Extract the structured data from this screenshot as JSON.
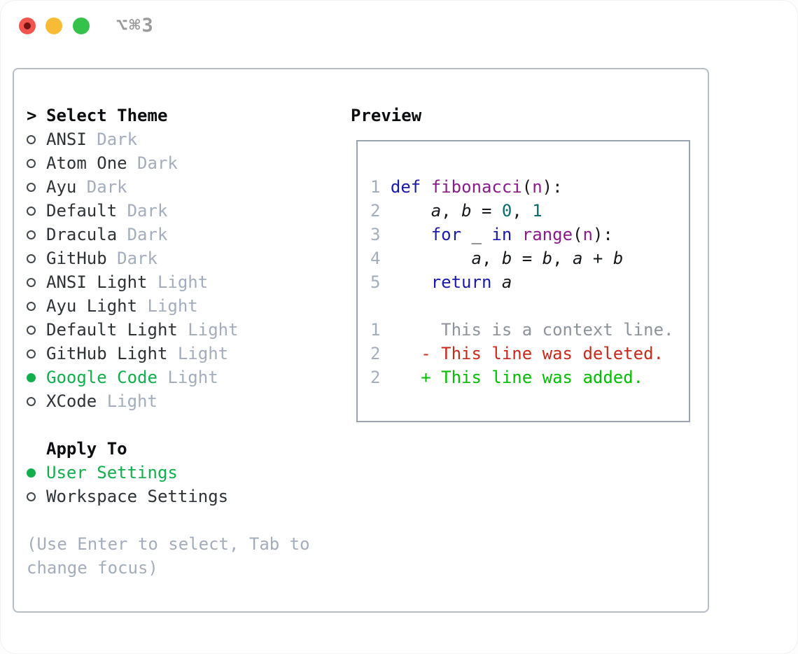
{
  "window": {
    "shortcut_label": "⌥⌘3",
    "traffic_lights": [
      "close",
      "minimize",
      "zoom"
    ]
  },
  "colors": {
    "selected_green": "#10af4c",
    "muted_gray": "#a3adbb",
    "text_dark": "#2e3338",
    "panel_border": "#b6bdc7",
    "preview_border": "#9aa4b0",
    "keyword_blue": "#1a1aa6",
    "function_purple": "#8b1a8b",
    "literal_teal": "#0c6c6c",
    "diff_red": "#c8291a",
    "diff_green": "#00bd00",
    "traffic_red": "#f1554e",
    "traffic_yellow": "#f8bb35",
    "traffic_green": "#35c24a"
  },
  "theme_select": {
    "prompt": ">",
    "header": "Select Theme",
    "items": [
      {
        "name": "ANSI",
        "variant": "Dark",
        "selected": false
      },
      {
        "name": "Atom One",
        "variant": "Dark",
        "selected": false
      },
      {
        "name": "Ayu",
        "variant": "Dark",
        "selected": false
      },
      {
        "name": "Default",
        "variant": "Dark",
        "selected": false
      },
      {
        "name": "Dracula",
        "variant": "Dark",
        "selected": false
      },
      {
        "name": "GitHub",
        "variant": "Dark",
        "selected": false
      },
      {
        "name": "ANSI Light",
        "variant": "Light",
        "selected": false
      },
      {
        "name": "Ayu Light",
        "variant": "Light",
        "selected": false
      },
      {
        "name": "Default Light",
        "variant": "Light",
        "selected": false
      },
      {
        "name": "GitHub Light",
        "variant": "Light",
        "selected": false
      },
      {
        "name": "Google Code",
        "variant": "Light",
        "selected": true
      },
      {
        "name": "XCode",
        "variant": "Light",
        "selected": false
      }
    ]
  },
  "apply_to": {
    "header": "Apply To",
    "options": [
      {
        "name": "User Settings",
        "selected": true
      },
      {
        "name": "Workspace Settings",
        "selected": false
      }
    ]
  },
  "footer_hint": "(Use Enter to select, Tab to change focus)",
  "preview": {
    "label": "Preview",
    "lines": [
      [
        {
          "t": "1",
          "c": "ln"
        },
        {
          "t": " ",
          "c": "txt"
        },
        {
          "t": "def",
          "c": "kw"
        },
        {
          "t": " ",
          "c": "txt"
        },
        {
          "t": "fibonacci",
          "c": "fn"
        },
        {
          "t": "(",
          "c": "txt"
        },
        {
          "t": "n",
          "c": "fn"
        },
        {
          "t": "):",
          "c": "txt"
        }
      ],
      [
        {
          "t": "2",
          "c": "ln"
        },
        {
          "t": "     ",
          "c": "txt"
        },
        {
          "t": "a",
          "c": "var"
        },
        {
          "t": ", ",
          "c": "txt"
        },
        {
          "t": "b",
          "c": "var"
        },
        {
          "t": " = ",
          "c": "txt"
        },
        {
          "t": "0",
          "c": "lit"
        },
        {
          "t": ", ",
          "c": "txt"
        },
        {
          "t": "1",
          "c": "lit"
        }
      ],
      [
        {
          "t": "3",
          "c": "ln"
        },
        {
          "t": "     ",
          "c": "txt"
        },
        {
          "t": "for",
          "c": "kw"
        },
        {
          "t": " _ ",
          "c": "txt"
        },
        {
          "t": "in",
          "c": "kw"
        },
        {
          "t": " ",
          "c": "txt"
        },
        {
          "t": "range",
          "c": "fn"
        },
        {
          "t": "(",
          "c": "txt"
        },
        {
          "t": "n",
          "c": "fn"
        },
        {
          "t": "):",
          "c": "txt"
        }
      ],
      [
        {
          "t": "4",
          "c": "ln"
        },
        {
          "t": "         ",
          "c": "txt"
        },
        {
          "t": "a",
          "c": "var"
        },
        {
          "t": ", ",
          "c": "txt"
        },
        {
          "t": "b",
          "c": "var"
        },
        {
          "t": " = ",
          "c": "txt"
        },
        {
          "t": "b",
          "c": "var"
        },
        {
          "t": ", ",
          "c": "txt"
        },
        {
          "t": "a",
          "c": "var"
        },
        {
          "t": " + ",
          "c": "txt"
        },
        {
          "t": "b",
          "c": "var"
        }
      ],
      [
        {
          "t": "5",
          "c": "ln"
        },
        {
          "t": "     ",
          "c": "txt"
        },
        {
          "t": "return",
          "c": "kw"
        },
        {
          "t": " ",
          "c": "txt"
        },
        {
          "t": "a",
          "c": "var"
        }
      ],
      [],
      [
        {
          "t": "1",
          "c": "ln"
        },
        {
          "t": "      This is a context line.",
          "c": "ctx"
        }
      ],
      [
        {
          "t": "2",
          "c": "ln"
        },
        {
          "t": "    - This line was deleted.",
          "c": "del"
        }
      ],
      [
        {
          "t": "2",
          "c": "ln"
        },
        {
          "t": "    + This line was added.",
          "c": "add"
        }
      ]
    ]
  }
}
